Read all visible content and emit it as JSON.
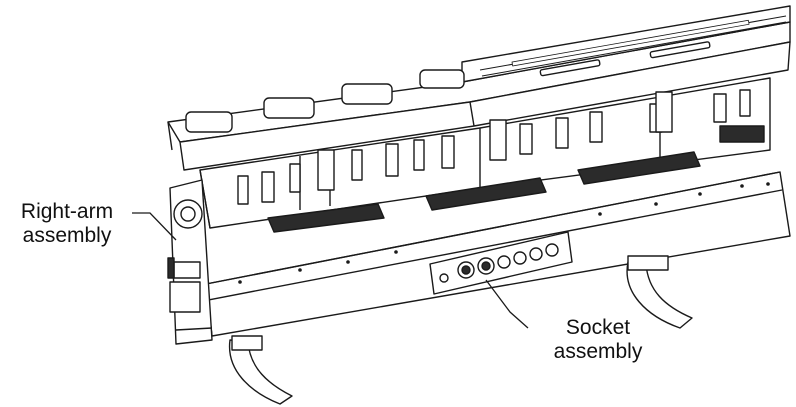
{
  "labels": {
    "right_arm": [
      "Right-arm",
      "assembly"
    ],
    "socket": [
      "Socket",
      "assembly"
    ]
  },
  "colors": {
    "line": "#1a1a1a",
    "fill": "#ffffff",
    "shade": "#2b2b2b"
  }
}
